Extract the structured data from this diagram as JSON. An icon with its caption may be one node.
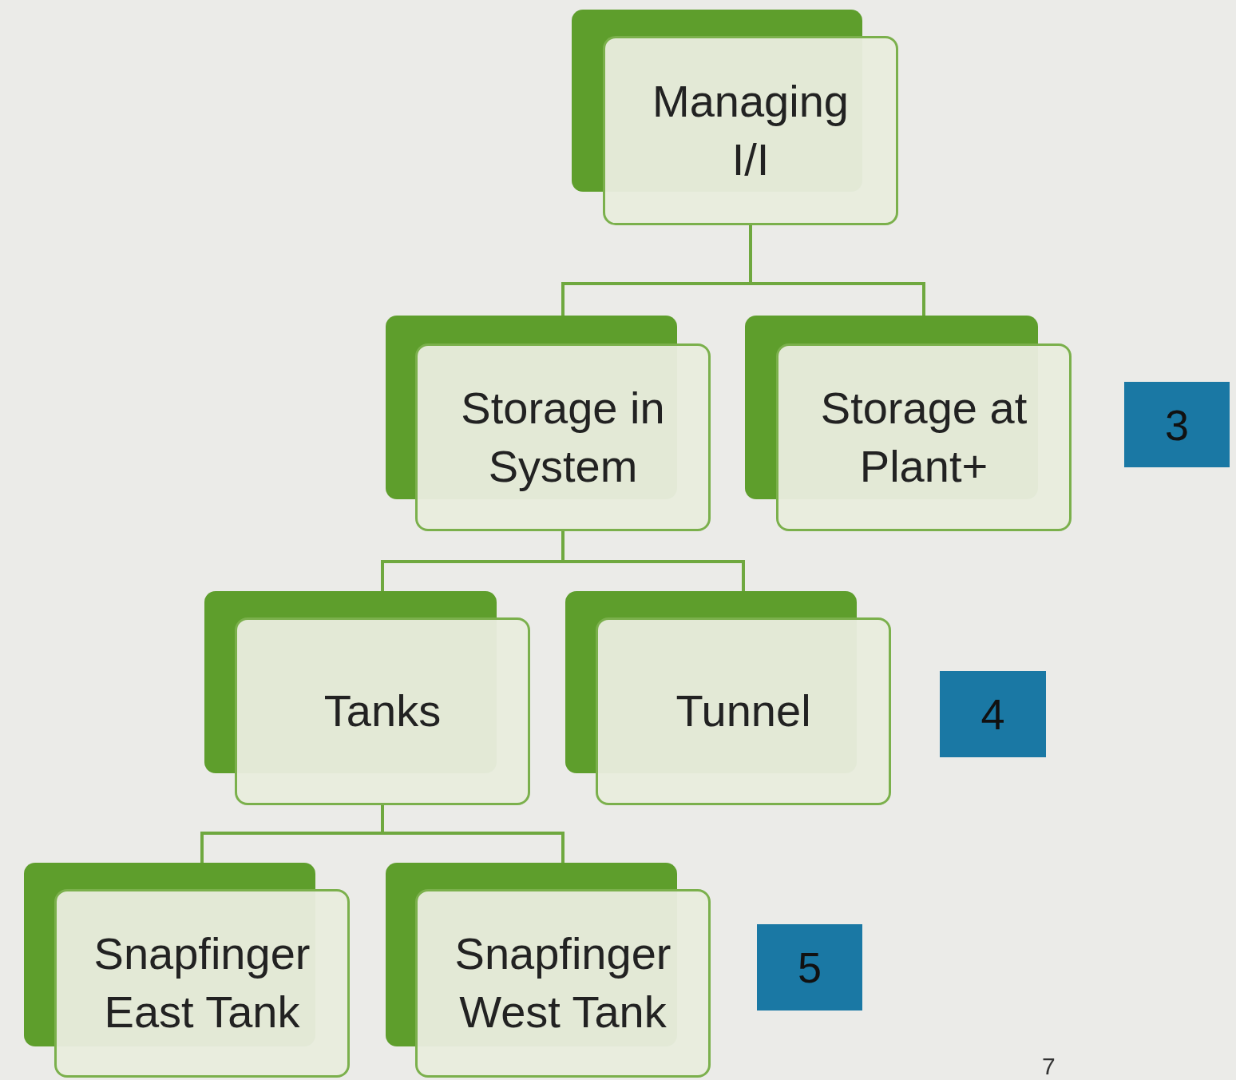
{
  "diagram": {
    "nodes": [
      {
        "text": [
          "Managing I/I"
        ]
      },
      {
        "text": [
          "Storage in System"
        ]
      },
      {
        "text": [
          "Storage at Plant+"
        ]
      },
      {
        "text": [
          "Tanks"
        ]
      },
      {
        "text": [
          "Tunnel"
        ]
      },
      {
        "text": [
          "Snapfinger East Tank"
        ]
      },
      {
        "text": [
          "Snapfinger West Tank"
        ]
      },
      {
        "text": [
          "3"
        ]
      },
      {
        "text": [
          "4"
        ]
      },
      {
        "text": [
          "5"
        ]
      }
    ],
    "edges": [
      {
        "from": 0,
        "to": 1,
        "arrow": "none"
      },
      {
        "from": 0,
        "to": 2,
        "arrow": "none"
      },
      {
        "from": 1,
        "to": 3,
        "arrow": "none"
      },
      {
        "from": 1,
        "to": 4,
        "arrow": "none"
      },
      {
        "from": 3,
        "to": 5,
        "arrow": "none"
      },
      {
        "from": 3,
        "to": 6,
        "arrow": "none"
      }
    ],
    "labels": [
      "7"
    ]
  }
}
